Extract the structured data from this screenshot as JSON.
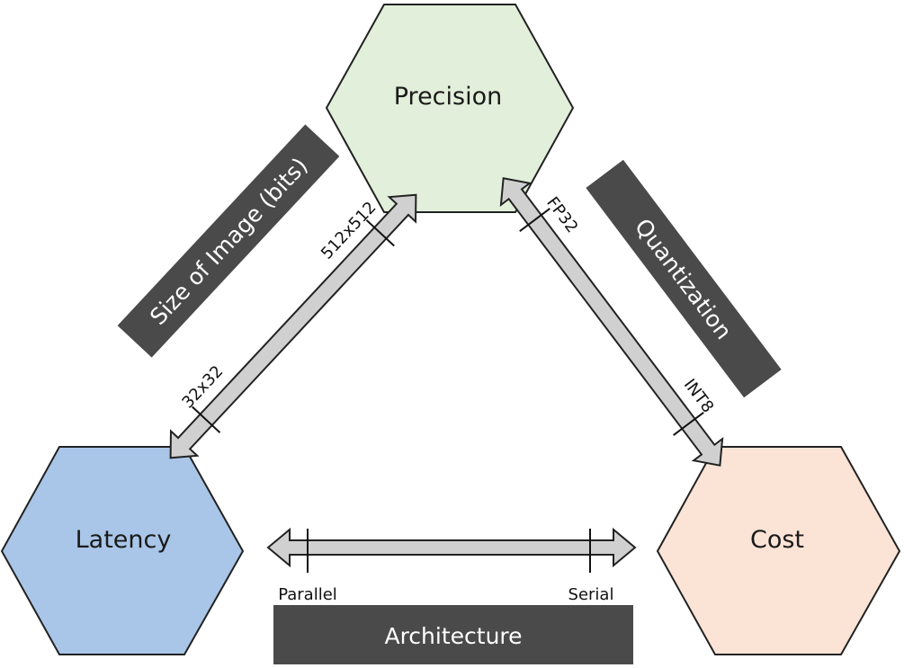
{
  "nodes": {
    "precision": {
      "label": "Precision",
      "fill": "#e2efda"
    },
    "latency": {
      "label": "Latency",
      "fill": "#a9c6e8"
    },
    "cost": {
      "label": "Cost",
      "fill": "#fbe3d6"
    }
  },
  "edges": {
    "image_size": {
      "label": "Size of Image (bits)",
      "low": "32x32",
      "high": "512x512"
    },
    "quantization": {
      "label": "Quantization",
      "high": "FP32",
      "low": "INT8"
    },
    "architecture": {
      "label": "Architecture",
      "left": "Parallel",
      "right": "Serial"
    }
  },
  "colors": {
    "band": "#4a4a4a",
    "arrow_fill": "#d0d0d0",
    "stroke": "#222222"
  }
}
